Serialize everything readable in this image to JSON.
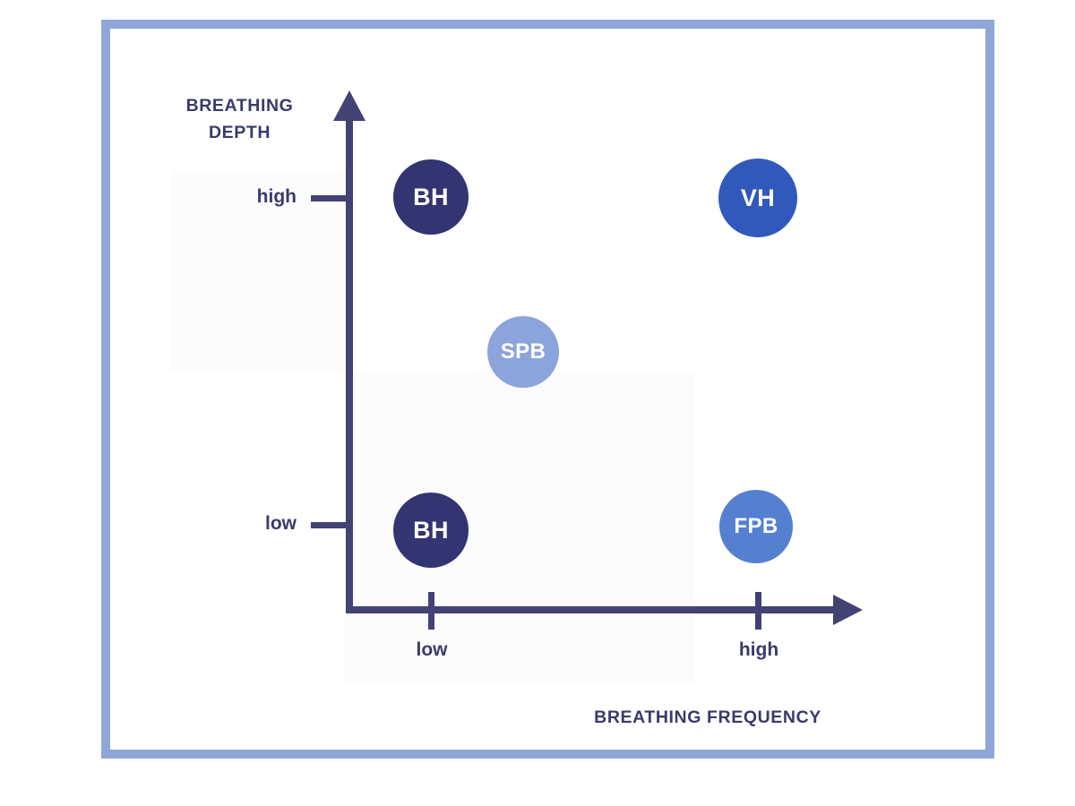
{
  "slide": {
    "background_color": "#ffffff",
    "frame_color": "#8fa6d8",
    "ink_color": "#3a3a6b",
    "axis_color": "#434274"
  },
  "chart_data": {
    "type": "scatter",
    "title": "",
    "xlabel": "BREATHING FREQUENCY",
    "ylabel": "BREATHING\nDEPTH",
    "x_tick_labels": [
      "low",
      "high"
    ],
    "y_tick_labels": [
      "high",
      "low"
    ],
    "xlim": [
      "low",
      "high"
    ],
    "ylim": [
      "low",
      "high"
    ],
    "grid": false,
    "legend": "none",
    "points": [
      {
        "label": "BH",
        "x": "low",
        "y": "high",
        "color": "#333472",
        "size": 84
      },
      {
        "label": "VH",
        "x": "high",
        "y": "high",
        "color": "#3059bb",
        "size": 88
      },
      {
        "label": "SPB",
        "x": "medium",
        "y": "medium",
        "color": "#8ca4dc",
        "size": 80
      },
      {
        "label": "BH",
        "x": "low",
        "y": "low",
        "color": "#333472",
        "size": 84
      },
      {
        "label": "FPB",
        "x": "high",
        "y": "low",
        "color": "#5580d0",
        "size": 82
      }
    ]
  },
  "axes": {
    "y": {
      "title": "BREATHING\nDEPTH",
      "ticks": [
        {
          "key": "high",
          "label": "high"
        },
        {
          "key": "low",
          "label": "low"
        }
      ]
    },
    "x": {
      "title": "BREATHING FREQUENCY",
      "ticks": [
        {
          "key": "low",
          "label": "low"
        },
        {
          "key": "high",
          "label": "high"
        }
      ]
    }
  },
  "bubbles": {
    "bh_high": {
      "label": "BH",
      "color": "#333472"
    },
    "vh": {
      "label": "VH",
      "color": "#3059bb"
    },
    "spb": {
      "label": "SPB",
      "color": "#8ca4dc"
    },
    "bh_low": {
      "label": "BH",
      "color": "#333472"
    },
    "fpb": {
      "label": "FPB",
      "color": "#5580d0"
    }
  }
}
